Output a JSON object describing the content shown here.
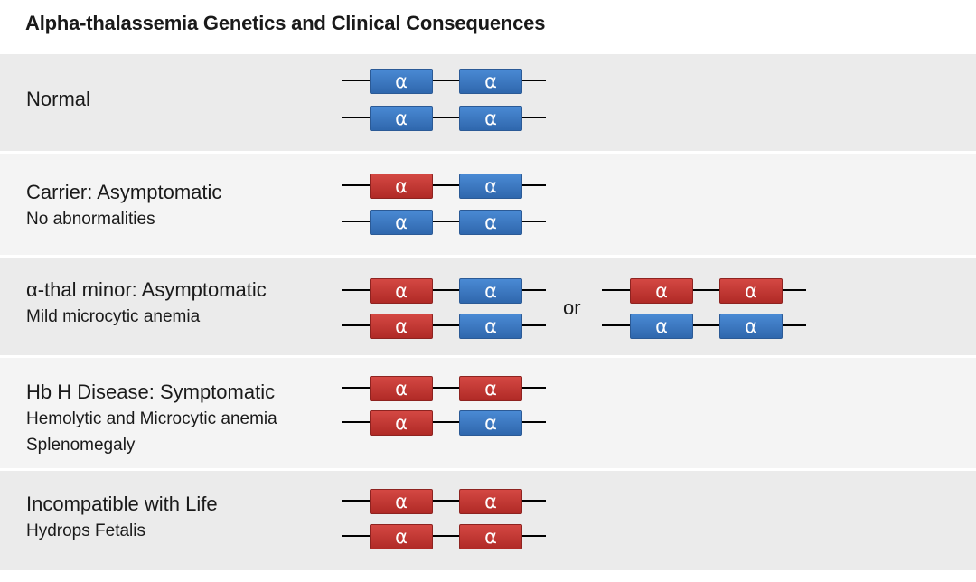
{
  "title": "Alpha-thalassemia Genetics and Clinical Consequences",
  "gene_symbol": "α",
  "colors": {
    "normal_gene": "#3a78c2",
    "deleted_gene": "#c23a35"
  },
  "or_label": "or",
  "rows": [
    {
      "label": "Normal",
      "sublines": [],
      "chromosomes": [
        [
          "normal",
          "normal"
        ],
        [
          "normal",
          "normal"
        ]
      ]
    },
    {
      "label": "Carrier: Asymptomatic",
      "sublines": [
        "No abnormalities"
      ],
      "chromosomes": [
        [
          "deleted",
          "normal"
        ],
        [
          "normal",
          "normal"
        ]
      ]
    },
    {
      "label": "α-thal minor: Asymptomatic",
      "sublines": [
        "Mild microcytic anemia"
      ],
      "chromosomes": [
        [
          "deleted",
          "normal"
        ],
        [
          "deleted",
          "normal"
        ]
      ],
      "alternative_chromosomes": [
        [
          "deleted",
          "deleted"
        ],
        [
          "normal",
          "normal"
        ]
      ]
    },
    {
      "label": "Hb H Disease: Symptomatic",
      "sublines": [
        "Hemolytic and Microcytic anemia",
        "Splenomegaly"
      ],
      "chromosomes": [
        [
          "deleted",
          "deleted"
        ],
        [
          "deleted",
          "normal"
        ]
      ]
    },
    {
      "label": "Incompatible with Life",
      "sublines": [
        "Hydrops Fetalis"
      ],
      "chromosomes": [
        [
          "deleted",
          "deleted"
        ],
        [
          "deleted",
          "deleted"
        ]
      ]
    }
  ]
}
